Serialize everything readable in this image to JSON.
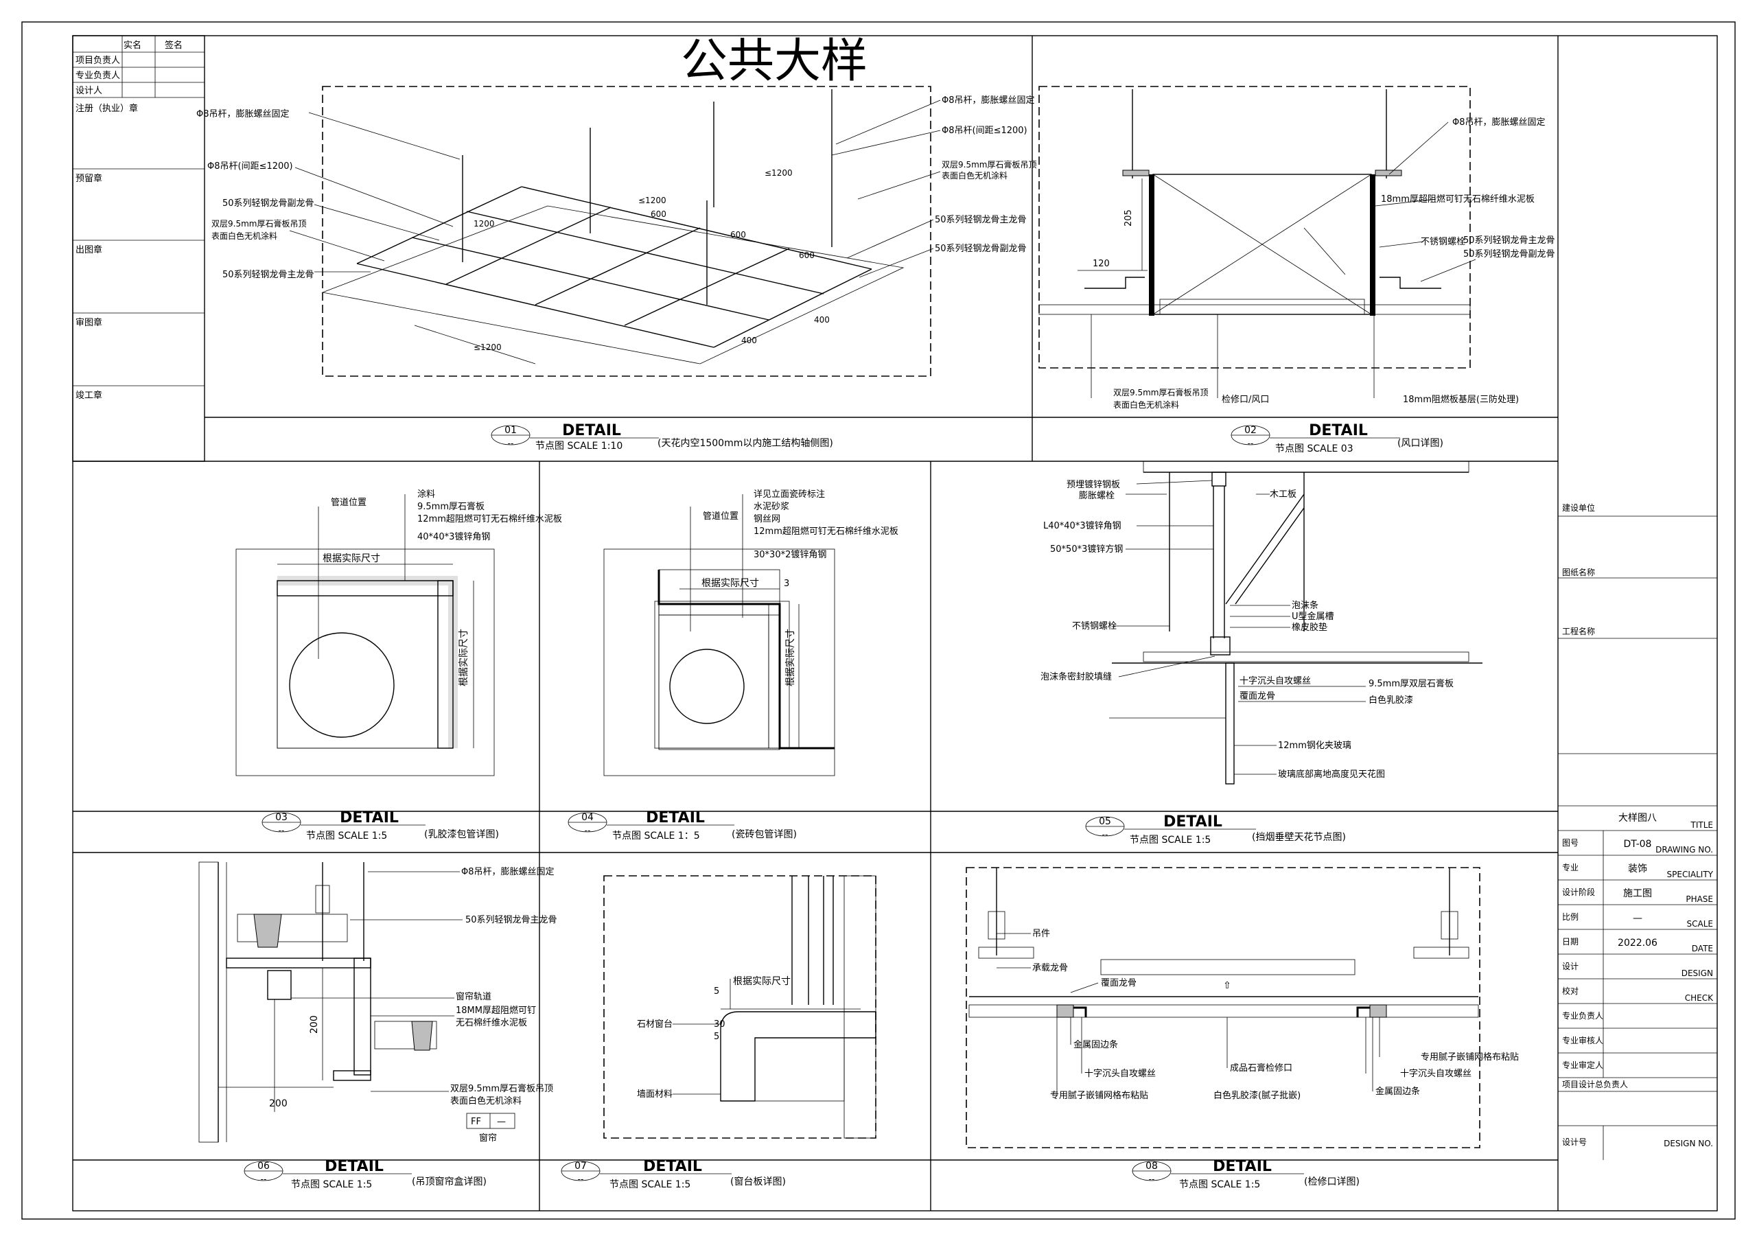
{
  "sheet": {
    "title": "公共大样",
    "drawing_name": "大样图八",
    "drawing_no": "DT-08",
    "specialty": "装饰",
    "phase": "施工图",
    "scale_cell": "—",
    "date": "2022.06"
  },
  "left_stamp": {
    "header": [
      "实名",
      "签名"
    ],
    "rows": [
      "项目负责人",
      "专业负责人",
      "设计人"
    ],
    "seals": [
      "注册（执业）章",
      "预留章",
      "出图章",
      "审图章",
      "竣工章"
    ]
  },
  "title_block": {
    "label_rows": [
      "建设单位",
      "图纸名称",
      "工程名称",
      "图号",
      "专业",
      "设计阶段",
      "比例",
      "日期"
    ],
    "small_labels": [
      "TITLE",
      "DRAWING NO.",
      "SPECIALITY",
      "PHASE",
      "SCALE",
      "DATE",
      "DESIGN",
      "CHECK",
      "DESIGN NO."
    ],
    "sign_rows": [
      "设计",
      "校对",
      "专业负责人",
      "专业审核人",
      "专业审定人",
      "项目设计总负责人",
      "设计号"
    ]
  },
  "details": [
    {
      "num": "01",
      "dash": "--",
      "word": "DETAIL",
      "scale": "节点图  SCALE  1:10",
      "desc": "(天花内空1500mm以内施工结构轴侧图)"
    },
    {
      "num": "02",
      "dash": "--",
      "word": "DETAIL",
      "scale": "节点图  SCALE   03",
      "desc": "(风口详图)"
    },
    {
      "num": "03",
      "dash": "--",
      "word": "DETAIL",
      "scale": "节点图  SCALE  1:5",
      "desc": "(乳胶漆包管详图)"
    },
    {
      "num": "04",
      "dash": "--",
      "word": "DETAIL",
      "scale": "节点图  SCALE  1：5",
      "desc": "(瓷砖包管详图)"
    },
    {
      "num": "05",
      "dash": "--",
      "word": "DETAIL",
      "scale": "节点图  SCALE  1:5",
      "desc": "(挡烟垂壁天花节点图)"
    },
    {
      "num": "06",
      "dash": "--",
      "word": "DETAIL",
      "scale": "节点图  SCALE  1:5",
      "desc": "(吊顶窗帘盒详图)"
    },
    {
      "num": "07",
      "dash": "--",
      "word": "DETAIL",
      "scale": "节点图  SCALE  1:5",
      "desc": "(窗台板详图)"
    },
    {
      "num": "08",
      "dash": "--",
      "word": "DETAIL",
      "scale": "节点图  SCALE  1:5",
      "desc": "(检修口详图)"
    }
  ],
  "d01": {
    "labels_left": [
      "Φ8吊杆，膨胀螺丝固定",
      "Φ8吊杆(间距≤1200)",
      "50系列轻钢龙骨副龙骨",
      "双层9.5mm厚石膏板吊顶",
      "表面白色无机涂料",
      "50系列轻钢龙骨主龙骨"
    ],
    "labels_right": [
      "Φ8吊杆，膨胀螺丝固定",
      "Φ8吊杆(间距≤1200)",
      "双层9.5mm厚石膏板吊顶",
      "表面白色无机涂料",
      "50系列轻钢龙骨主龙骨",
      "50系列轻钢龙骨副龙骨"
    ],
    "dims": [
      "≤1200",
      "≤1200",
      "600",
      "600",
      "600",
      "400",
      "400",
      "≤1200",
      "1200"
    ]
  },
  "d02": {
    "labels": [
      "Φ8吊杆，膨胀螺丝固定",
      "18mm厚超阻燃可钉无石棉纤维水泥板",
      "不锈钢螺栓",
      "50系列轻钢龙骨主龙骨",
      "50系列轻钢龙骨副龙骨",
      "双层9.5mm厚石膏板吊顶",
      "表面白色无机涂料",
      "检修口/风口",
      "18mm阻燃板基层(三防处理)"
    ],
    "dims": [
      "205",
      "120"
    ]
  },
  "d03": {
    "labels": [
      "管道位置",
      "涂料",
      "9.5mm厚石膏板",
      "12mm超阻燃可钉无石棉纤维水泥板",
      "40*40*3镀锌角钢"
    ],
    "dims": [
      "根据实际尺寸",
      "根据实际尺寸"
    ]
  },
  "d04": {
    "labels": [
      "管道位置",
      "详见立面瓷砖标注",
      "水泥砂浆",
      "钢丝网",
      "12mm超阻燃可钉无石棉纤维水泥板",
      "30*30*2镀锌角钢"
    ],
    "dims": [
      "根据实际尺寸",
      "3",
      "根据实际尺寸"
    ]
  },
  "d05": {
    "labels": [
      "预埋镀锌钢板",
      "膨胀螺栓",
      "L40*40*3镀锌角钢",
      "50*50*3镀锌方钢",
      "不锈钢螺栓",
      "泡沫条密封胶填缝",
      "木工板",
      "泡沫条",
      "U型金属槽",
      "橡皮胶垫",
      "十字沉头自攻螺丝",
      "覆面龙骨",
      "9.5mm厚双层石膏板",
      "白色乳胶漆",
      "12mm钢化夹玻璃",
      "玻璃底部离地高度见天花图"
    ]
  },
  "d06": {
    "labels": [
      "Φ8吊杆，膨胀螺丝固定",
      "50系列轻钢龙骨主龙骨",
      "窗帘轨道",
      "18MM厚超阻燃可钉",
      "无石棉纤维水泥板",
      "双层9.5mm厚石膏板吊顶",
      "表面白色无机涂料"
    ],
    "dims": [
      "200",
      "200"
    ],
    "tag": [
      "FF",
      "—",
      "窗帘"
    ]
  },
  "d07": {
    "labels": [
      "根据实际尺寸",
      "石材窗台",
      "墙面材料"
    ],
    "dims": [
      "5",
      "30",
      "5"
    ]
  },
  "d08": {
    "labels": [
      "吊件",
      "承载龙骨",
      "覆面龙骨",
      "金属固边条",
      "十字沉头自攻螺丝",
      "专用腻子嵌铺网格布粘贴",
      "成品石膏检修口",
      "白色乳胶漆(腻子批嵌)",
      "专用腻子嵌铺网格布粘贴",
      "十字沉头自攻螺丝",
      "金属固边条"
    ]
  }
}
